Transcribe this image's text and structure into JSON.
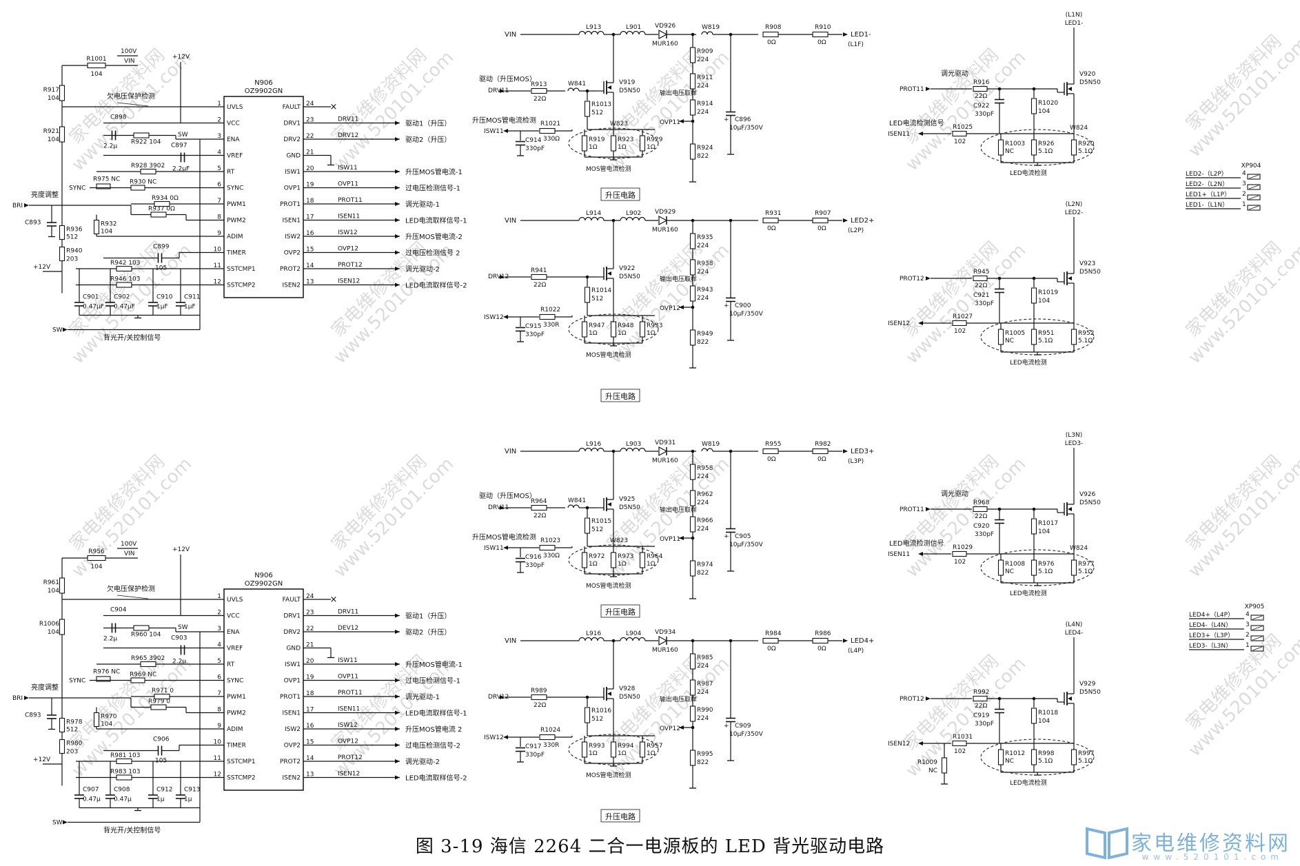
{
  "caption": "图 3-19   海信 2264 二合一电源板的 LED 背光驱动电路",
  "watermark": {
    "cn": "家电维修资料网",
    "url": "www.520101.com"
  },
  "logo": {
    "text": "家电维修资料网",
    "url": "www.520101.com"
  },
  "ic_units": [
    {
      "ref": "N906",
      "part": "OZ9902GN",
      "left_pins": [
        {
          "n": "1",
          "name": "UVLS"
        },
        {
          "n": "2",
          "name": "VCC"
        },
        {
          "n": "3",
          "name": "ENA"
        },
        {
          "n": "4",
          "name": "VREF"
        },
        {
          "n": "5",
          "name": "RT"
        },
        {
          "n": "6",
          "name": "SYNC"
        },
        {
          "n": "7",
          "name": "PWM1"
        },
        {
          "n": "8",
          "name": "PWM2"
        },
        {
          "n": "9",
          "name": "ADIM"
        },
        {
          "n": "10",
          "name": "TIMER"
        },
        {
          "n": "11",
          "name": "SSTCMP1"
        },
        {
          "n": "12",
          "name": "SSTCMP2"
        }
      ],
      "right_pins": [
        {
          "n": "24",
          "name": "FAULT",
          "net": "",
          "sig": ""
        },
        {
          "n": "23",
          "name": "DRV1",
          "net": "DRV11",
          "sig": "驱动1（升压）"
        },
        {
          "n": "22",
          "name": "DRV2",
          "net": "DRV12",
          "sig": "驱动2（升压）"
        },
        {
          "n": "21",
          "name": "GND",
          "net": "",
          "sig": ""
        },
        {
          "n": "20",
          "name": "ISW1",
          "net": "ISW11",
          "sig": "升压MOS管电流-1"
        },
        {
          "n": "19",
          "name": "OVP1",
          "net": "OVP11",
          "sig": "过电压检测信号-1"
        },
        {
          "n": "18",
          "name": "PROT1",
          "net": "PROT11",
          "sig": "调光驱动-1"
        },
        {
          "n": "17",
          "name": "ISEN1",
          "net": "ISEN11",
          "sig": "LED电流取样信号-1"
        },
        {
          "n": "16",
          "name": "ISW2",
          "net": "ISW12",
          "sig": "升压MOS管电流-2"
        },
        {
          "n": "15",
          "name": "OVP2",
          "net": "OVP12",
          "sig": "过电压检测信号 2"
        },
        {
          "n": "14",
          "name": "PROT2",
          "net": "PROT12",
          "sig": "调光驱动-2"
        },
        {
          "n": "13",
          "name": "ISEN2",
          "net": "ISEN12",
          "sig": "LED电流取样信号-2"
        }
      ],
      "labels": {
        "vin": "VIN",
        "v100": "100V",
        "v12": "+12V",
        "v12b": "+12V",
        "r_top": "R1001",
        "r_top_v": "104",
        "uvlo": "欠电压保护检测",
        "sw": "SW",
        "sync": "SYNC",
        "bri": "BRI",
        "bri_cn": "亮度调整",
        "sw_in": "SW",
        "bl_ctrl": "背光开/关控制信号"
      },
      "parts": [
        {
          "ref": "R917",
          "val": "104"
        },
        {
          "ref": "R921",
          "val": "104"
        },
        {
          "ref": "C898",
          "val": "2.2μ"
        },
        {
          "ref": "R922",
          "val": "104"
        },
        {
          "ref": "C897",
          "val": "2.2μF"
        },
        {
          "ref": "R928",
          "val": "3902"
        },
        {
          "ref": "R975",
          "val": "NC"
        },
        {
          "ref": "R930",
          "val": "NC"
        },
        {
          "ref": "R934",
          "val": "0Ω"
        },
        {
          "ref": "R937",
          "val": "0Ω"
        },
        {
          "ref": "C893",
          "val": ""
        },
        {
          "ref": "R936",
          "val": "512"
        },
        {
          "ref": "R932",
          "val": "104"
        },
        {
          "ref": "R940",
          "val": "203"
        },
        {
          "ref": "C899",
          "val": "105"
        },
        {
          "ref": "R942",
          "val": "103"
        },
        {
          "ref": "R946",
          "val": "103"
        },
        {
          "ref": "C901",
          "val": "0.47μF"
        },
        {
          "ref": "C902",
          "val": "0.47μF"
        },
        {
          "ref": "C910",
          "val": "1μF"
        },
        {
          "ref": "C911",
          "val": "1μF"
        }
      ]
    },
    {
      "ref": "N906",
      "part": "OZ9902GN",
      "left_pins": [
        {
          "n": "1",
          "name": "UVLS"
        },
        {
          "n": "2",
          "name": "VCC"
        },
        {
          "n": "3",
          "name": "ENA"
        },
        {
          "n": "4",
          "name": "VREF"
        },
        {
          "n": "5",
          "name": "RT"
        },
        {
          "n": "6",
          "name": "SYNC"
        },
        {
          "n": "7",
          "name": "PWM1"
        },
        {
          "n": "8",
          "name": "PWM2"
        },
        {
          "n": "9",
          "name": "ADIM"
        },
        {
          "n": "10",
          "name": "TIMER"
        },
        {
          "n": "11",
          "name": "SSTCMP1"
        },
        {
          "n": "12",
          "name": "SSTCMP2"
        }
      ],
      "right_pins": [
        {
          "n": "24",
          "name": "FAULT",
          "net": "",
          "sig": ""
        },
        {
          "n": "23",
          "name": "DRV1",
          "net": "DRV11",
          "sig": "驱动1（升压）"
        },
        {
          "n": "22",
          "name": "DRV2",
          "net": "DEV12",
          "sig": "驱动2（升压）"
        },
        {
          "n": "21",
          "name": "GND",
          "net": "",
          "sig": ""
        },
        {
          "n": "20",
          "name": "ISW1",
          "net": "ISW11",
          "sig": "升压MOS管电流-1"
        },
        {
          "n": "19",
          "name": "OVP1",
          "net": "OVP11",
          "sig": "过电压检测信号-1"
        },
        {
          "n": "18",
          "name": "PROT1",
          "net": "PROT11",
          "sig": "调光驱动-1"
        },
        {
          "n": "17",
          "name": "ISEN1",
          "net": "ISEN11",
          "sig": "LED电流取样信号-1"
        },
        {
          "n": "16",
          "name": "ISW2",
          "net": "ISW12",
          "sig": "升压MOS管电流 2"
        },
        {
          "n": "15",
          "name": "OVP2",
          "net": "OVP12",
          "sig": "过电压检测信号-2"
        },
        {
          "n": "14",
          "name": "PROT2",
          "net": "PROT12",
          "sig": "调光驱动-2"
        },
        {
          "n": "13",
          "name": "ISEN2",
          "net": "ISEN12",
          "sig": "LED电流取样信号-2"
        }
      ],
      "labels": {
        "vin": "VIN",
        "v100": "100V",
        "v12": "+12V",
        "v12b": "+12V",
        "r_top": "R956",
        "r_top_v": "104",
        "uvlo": "欠电压保护检测",
        "sw": "SW",
        "sync": "SYNC",
        "bri": "BRI",
        "bri_cn": "亮度调整",
        "sw_in": "SW",
        "bl_ctrl": "背光开/关控制信号"
      },
      "parts": [
        {
          "ref": "R961",
          "val": "104"
        },
        {
          "ref": "R1006",
          "val": "104"
        },
        {
          "ref": "C904",
          "val": "2.2μ"
        },
        {
          "ref": "R960",
          "val": "104"
        },
        {
          "ref": "C903",
          "val": "2.2μ"
        },
        {
          "ref": "R965",
          "val": "3902"
        },
        {
          "ref": "R976",
          "val": "NC"
        },
        {
          "ref": "R969",
          "val": "NC"
        },
        {
          "ref": "R971",
          "val": "0"
        },
        {
          "ref": "R979",
          "val": "0"
        },
        {
          "ref": "C893",
          "val": ""
        },
        {
          "ref": "R978",
          "val": "512"
        },
        {
          "ref": "R970",
          "val": "104"
        },
        {
          "ref": "R980",
          "val": "203"
        },
        {
          "ref": "C906",
          "val": "105"
        },
        {
          "ref": "R981",
          "val": "103"
        },
        {
          "ref": "R983",
          "val": "103"
        },
        {
          "ref": "C907",
          "val": "0.47μ"
        },
        {
          "ref": "C908",
          "val": "0.47μ"
        },
        {
          "ref": "C912",
          "val": "1μ"
        },
        {
          "ref": "C913",
          "val": "1μ"
        }
      ]
    }
  ],
  "boost_circuits": [
    {
      "vin": "VIN",
      "inductor1": "L913",
      "inductor2": "L901",
      "diode": "VD926",
      "diode_type": "MUR160",
      "bead": "W819",
      "r_out1": "R908",
      "r_out1_v": "0Ω",
      "r_out2": "R910",
      "r_out2_v": "0Ω",
      "out_net": "LED1-",
      "out_sub": "(L1F)",
      "drive_label": "驱动（升压MOS）",
      "drive_net": "DRV11",
      "gate_r": "R913",
      "gate_r_v": "22Ω",
      "gate_bead": "W841",
      "mos": "V919",
      "mos_type": "D5N50",
      "r_gs": "R1013",
      "r_gs_v": "512",
      "isw_label": "升压MOS管电流检测",
      "isw_net": "ISW11",
      "isw_r": "R1021",
      "isw_r_v": "330Ω",
      "isw_bead": "W823",
      "isw_c": "C914",
      "isw_c_v": "330pF",
      "sense_r": [
        {
          "ref": "R919",
          "val": "1Ω"
        },
        {
          "ref": "R923",
          "val": "1Ω"
        },
        {
          "ref": "R929",
          "val": "1Ω"
        }
      ],
      "sense_label": "MOS管电流检测",
      "div_r": [
        {
          "ref": "R909",
          "val": "224"
        },
        {
          "ref": "R911",
          "val": "224"
        },
        {
          "ref": "R914",
          "val": "224"
        },
        {
          "ref": "R924",
          "val": "822"
        }
      ],
      "ovp_label": "输出电压取样",
      "ovp_net": "OVP11",
      "cap": "C896",
      "cap_v": "10μF/350V",
      "title": "升压电路"
    },
    {
      "vin": "VIN",
      "inductor1": "L914",
      "inductor2": "L902",
      "diode": "VD929",
      "diode_type": "MUR160",
      "bead": "",
      "r_out1": "R931",
      "r_out1_v": "0Ω",
      "r_out2": "R907",
      "r_out2_v": "0Ω",
      "out_net": "LED2+",
      "out_sub": "(L2P)",
      "drive_label": "",
      "drive_net": "DRV12",
      "gate_r": "R941",
      "gate_r_v": "22Ω",
      "gate_bead": "",
      "mos": "V922",
      "mos_type": "D5N50",
      "r_gs": "R1014",
      "r_gs_v": "512",
      "isw_label": "",
      "isw_net": "ISW12",
      "isw_r": "R1022",
      "isw_r_v": "330R",
      "isw_bead": "",
      "isw_c": "C915",
      "isw_c_v": "330pF",
      "sense_r": [
        {
          "ref": "R947",
          "val": "1Ω"
        },
        {
          "ref": "R948",
          "val": "1Ω"
        },
        {
          "ref": "R933",
          "val": "1Ω"
        }
      ],
      "sense_label": "MOS管电流检测",
      "div_r": [
        {
          "ref": "R935",
          "val": "224"
        },
        {
          "ref": "R938",
          "val": "224"
        },
        {
          "ref": "R943",
          "val": "224"
        },
        {
          "ref": "R949",
          "val": "822"
        }
      ],
      "ovp_label": "输出电压取样",
      "ovp_net": "OVP12",
      "cap": "C900",
      "cap_v": "10μF/350V",
      "title": "升压电路"
    },
    {
      "vin": "VIN",
      "inductor1": "L916",
      "inductor2": "L903",
      "diode": "VD931",
      "diode_type": "MUR160",
      "bead": "W819",
      "r_out1": "R955",
      "r_out1_v": "0Ω",
      "r_out2": "R982",
      "r_out2_v": "0Ω",
      "out_net": "LED3+",
      "out_sub": "(L3P)",
      "drive_label": "驱动（升压MOS）",
      "drive_net": "DRV11",
      "gate_r": "R964",
      "gate_r_v": "22Ω",
      "gate_bead": "W841",
      "mos": "V925",
      "mos_type": "D5N50",
      "r_gs": "R1015",
      "r_gs_v": "512",
      "isw_label": "升压MOS管电流检测",
      "isw_net": "ISW11",
      "isw_r": "R1023",
      "isw_r_v": "330Ω",
      "isw_bead": "W823",
      "isw_c": "C916",
      "isw_c_v": "330pF",
      "sense_r": [
        {
          "ref": "R972",
          "val": "1Ω"
        },
        {
          "ref": "R973",
          "val": "1Ω"
        },
        {
          "ref": "R964",
          "val": "1Ω"
        }
      ],
      "sense_label": "MOS管电流检测",
      "div_r": [
        {
          "ref": "R958",
          "val": "224"
        },
        {
          "ref": "R962",
          "val": "224"
        },
        {
          "ref": "R966",
          "val": "224"
        },
        {
          "ref": "R974",
          "val": "822"
        }
      ],
      "ovp_label": "输出电压取样",
      "ovp_net": "OVP11",
      "cap": "C905",
      "cap_v": "10μF/350V",
      "title": "升压电路"
    },
    {
      "vin": "VIN",
      "inductor1": "L916",
      "inductor2": "L904",
      "diode": "VD934",
      "diode_type": "MUR160",
      "bead": "",
      "r_out1": "R984",
      "r_out1_v": "0Ω",
      "r_out2": "R986",
      "r_out2_v": "0Ω",
      "out_net": "LED4+",
      "out_sub": "(L4P)",
      "drive_label": "",
      "drive_net": "DRV12",
      "gate_r": "R989",
      "gate_r_v": "22Ω",
      "gate_bead": "",
      "mos": "V928",
      "mos_type": "D5N50",
      "r_gs": "R1016",
      "r_gs_v": "512",
      "isw_label": "",
      "isw_net": "ISW12",
      "isw_r": "R1024",
      "isw_r_v": "330R",
      "isw_bead": "",
      "isw_c": "C917",
      "isw_c_v": "330pF",
      "sense_r": [
        {
          "ref": "R993",
          "val": "1Ω"
        },
        {
          "ref": "R994",
          "val": "1Ω"
        },
        {
          "ref": "R957",
          "val": "1Ω"
        }
      ],
      "sense_label": "MOS管电流检测",
      "div_r": [
        {
          "ref": "R985",
          "val": "224"
        },
        {
          "ref": "R987",
          "val": "224"
        },
        {
          "ref": "R990",
          "val": "224"
        },
        {
          "ref": "R995",
          "val": "822"
        }
      ],
      "ovp_label": "输出电压取样",
      "ovp_net": "OVP12",
      "cap": "C909",
      "cap_v": "10μF/350V",
      "title": "升压电路"
    }
  ],
  "dimming_circuits": [
    {
      "top": "(L1N)",
      "top2": "LED1-",
      "mos": "V920",
      "mos_type": "D5N50",
      "prot_label": "调光驱动",
      "prot_net": "PROT11",
      "gate_r": "R916",
      "gate_r_v": "22Ω",
      "c": "C922",
      "c_v": "330pF",
      "r_gs": "R1020",
      "r_gs_v": "104",
      "bead": "W824",
      "isen_label": "LED电流检测信号",
      "isen_net": "ISEN11",
      "isen_r": "R1025",
      "isen_r_v": "102",
      "sense_r": [
        {
          "ref": "R1003",
          "val": "NC"
        },
        {
          "ref": "R926",
          "val": "5.1Ω"
        },
        {
          "ref": "R920",
          "val": "5.1Ω"
        }
      ],
      "sense_label": "LED电流检测"
    },
    {
      "top": "(L2N)",
      "top2": "LED2-",
      "mos": "V923",
      "mos_type": "D5N50",
      "prot_label": "",
      "prot_net": "PROT12",
      "gate_r": "R945",
      "gate_r_v": "22Ω",
      "c": "C921",
      "c_v": "330pF",
      "r_gs": "R1019",
      "r_gs_v": "104",
      "bead": "",
      "isen_label": "",
      "isen_net": "ISEN12",
      "isen_r": "R1027",
      "isen_r_v": "102",
      "sense_r": [
        {
          "ref": "R1005",
          "val": "NC"
        },
        {
          "ref": "R951",
          "val": "5.1Ω"
        },
        {
          "ref": "R952",
          "val": "5.1Ω"
        }
      ],
      "sense_label": "LED电流检测"
    },
    {
      "top": "(L3N)",
      "top2": "LED3-",
      "mos": "V926",
      "mos_type": "D5N50",
      "prot_label": "调光驱动",
      "prot_net": "PROT11",
      "gate_r": "R968",
      "gate_r_v": "22Ω",
      "c": "C920",
      "c_v": "330pF",
      "r_gs": "R1017",
      "r_gs_v": "104",
      "bead": "W824",
      "isen_label": "LED电流检测信号",
      "isen_net": "ISEN11",
      "isen_r": "R1029",
      "isen_r_v": "102",
      "sense_r": [
        {
          "ref": "R1008",
          "val": "NC"
        },
        {
          "ref": "R976",
          "val": "5.1Ω"
        },
        {
          "ref": "R977",
          "val": "5.1Ω"
        }
      ],
      "sense_label": "LED电流检测"
    },
    {
      "top": "(L4N)",
      "top2": "LED4-",
      "mos": "V929",
      "mos_type": "D5N50",
      "prot_label": "",
      "prot_net": "PROT12",
      "gate_r": "R992",
      "gate_r_v": "22Ω",
      "c": "C919",
      "c_v": "330pF",
      "r_gs": "R1018",
      "r_gs_v": "104",
      "bead": "",
      "isen_label": "",
      "isen_net": "ISEN12",
      "isen_r": "R1031",
      "isen_r_v": "102",
      "extra_r": "R1009",
      "extra_r_v": "NC",
      "sense_r": [
        {
          "ref": "R1012",
          "val": "NC"
        },
        {
          "ref": "R998",
          "val": "5.1Ω"
        },
        {
          "ref": "R997",
          "val": "5.1Ω"
        }
      ],
      "sense_label": "LED电流检测"
    }
  ],
  "connectors": [
    {
      "ref": "XP904",
      "pins": [
        {
          "label": "LED2-（L2P）",
          "n": "4"
        },
        {
          "label": "LED2-（L2N）",
          "n": "3"
        },
        {
          "label": "LED1+（L1P）",
          "n": "2"
        },
        {
          "label": "LED1-（L1N）",
          "n": "1"
        }
      ]
    },
    {
      "ref": "XP905",
      "pins": [
        {
          "label": "LED4+（L4P）",
          "n": "4"
        },
        {
          "label": "LED4-（L4N）",
          "n": "3"
        },
        {
          "label": "LED3+（L3P）",
          "n": "2"
        },
        {
          "label": "LED3-（L3N）",
          "n": "1"
        }
      ]
    }
  ]
}
